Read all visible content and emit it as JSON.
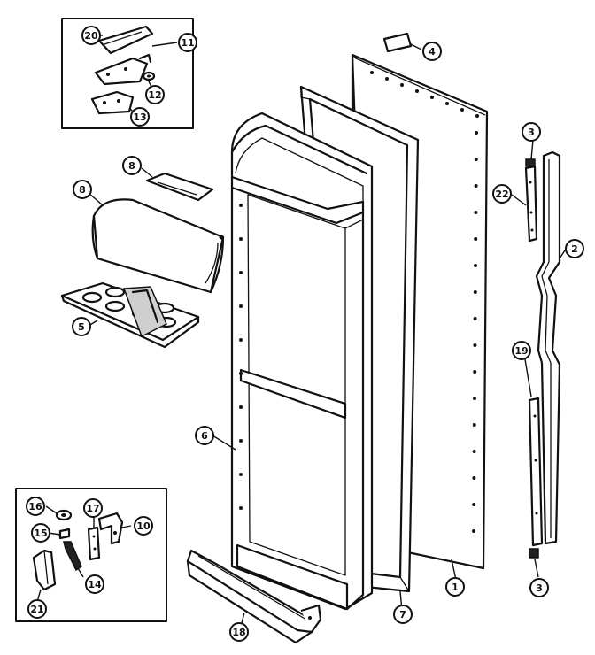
{
  "diagram": {
    "callouts": {
      "c1": "1",
      "c2": "2",
      "c3a": "3",
      "c3b": "3",
      "c4": "4",
      "c5": "5",
      "c6": "6",
      "c7": "7",
      "c8a": "8",
      "c8b": "8",
      "c10": "10",
      "c11": "11",
      "c12": "12",
      "c13": "13",
      "c14": "14",
      "c15": "15",
      "c16": "16",
      "c17": "17",
      "c18": "18",
      "c19": "19",
      "c20": "20",
      "c21": "21",
      "c22": "22"
    }
  }
}
